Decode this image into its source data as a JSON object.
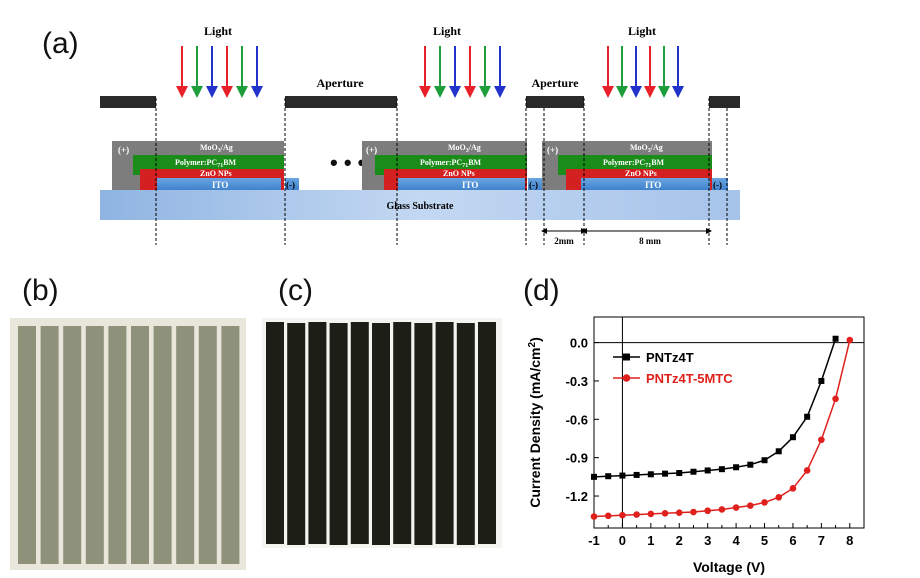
{
  "panels": {
    "a": "(a)",
    "b": "(b)",
    "c": "(c)",
    "d": "(d)"
  },
  "schematic": {
    "light_label": "Light",
    "aperture_label": "Aperture",
    "layer_labels": {
      "moo3": "MoO",
      "moo3_sub": "3",
      "moo3_rest": "/Ag",
      "polymer": "Polymer:PC",
      "polymer_sub": "71",
      "polymer_rest": "BM",
      "zno": "ZnO  NPs",
      "ito": "ITO"
    },
    "plus": "(+)",
    "minus": "(-)",
    "ellipsis": "• • •",
    "substrate": "Glass Substrate",
    "dim_gap": "2mm",
    "dim_cell": "8 mm",
    "colors": {
      "grey": "#7d7d7d",
      "green": "#1a8c1a",
      "red": "#d42020",
      "blue": "#4a90d6",
      "glass": "#a9c6ea",
      "dark": "#2a2a2a",
      "arrow_red": "#e8202a",
      "arrow_green": "#1e9e3a",
      "arrow_blue": "#2233cc"
    }
  },
  "chart_data": {
    "type": "line",
    "xlabel": "Voltage (V)",
    "ylabel": "Current Density (mA/cm",
    "ylabel_sup": "2",
    "ylabel_end": ")",
    "xlim": [
      -1,
      8.5
    ],
    "ylim": [
      -1.45,
      0.2
    ],
    "xticks": [
      -1,
      0,
      1,
      2,
      3,
      4,
      5,
      6,
      7,
      8
    ],
    "yticks": [
      0.0,
      -0.3,
      -0.6,
      -0.9,
      -1.2
    ],
    "ytick_labels": [
      "0.0",
      "-0.3",
      "-0.6",
      "-0.9",
      "-1.2"
    ],
    "legend_position": "upper-left",
    "series": [
      {
        "name": "PNTz4T",
        "color": "#000000",
        "marker": "square",
        "x": [
          -1,
          -0.5,
          0,
          0.5,
          1,
          1.5,
          2,
          2.5,
          3,
          3.5,
          4,
          4.5,
          5,
          5.5,
          6,
          6.5,
          7,
          7.5
        ],
        "y": [
          -1.05,
          -1.045,
          -1.04,
          -1.035,
          -1.03,
          -1.025,
          -1.02,
          -1.01,
          -1.0,
          -0.99,
          -0.975,
          -0.955,
          -0.92,
          -0.85,
          -0.74,
          -0.58,
          -0.3,
          0.03
        ]
      },
      {
        "name": "PNTz4T-5MTC",
        "color": "#e0201c",
        "marker": "circle",
        "x": [
          -1,
          -0.5,
          0,
          0.5,
          1,
          1.5,
          2,
          2.5,
          3,
          3.5,
          4,
          4.5,
          5,
          5.5,
          6,
          6.5,
          7,
          7.5,
          8
        ],
        "y": [
          -1.36,
          -1.355,
          -1.35,
          -1.345,
          -1.34,
          -1.335,
          -1.33,
          -1.325,
          -1.315,
          -1.305,
          -1.29,
          -1.275,
          -1.25,
          -1.21,
          -1.14,
          -1.0,
          -0.76,
          -0.44,
          0.02
        ]
      }
    ]
  }
}
